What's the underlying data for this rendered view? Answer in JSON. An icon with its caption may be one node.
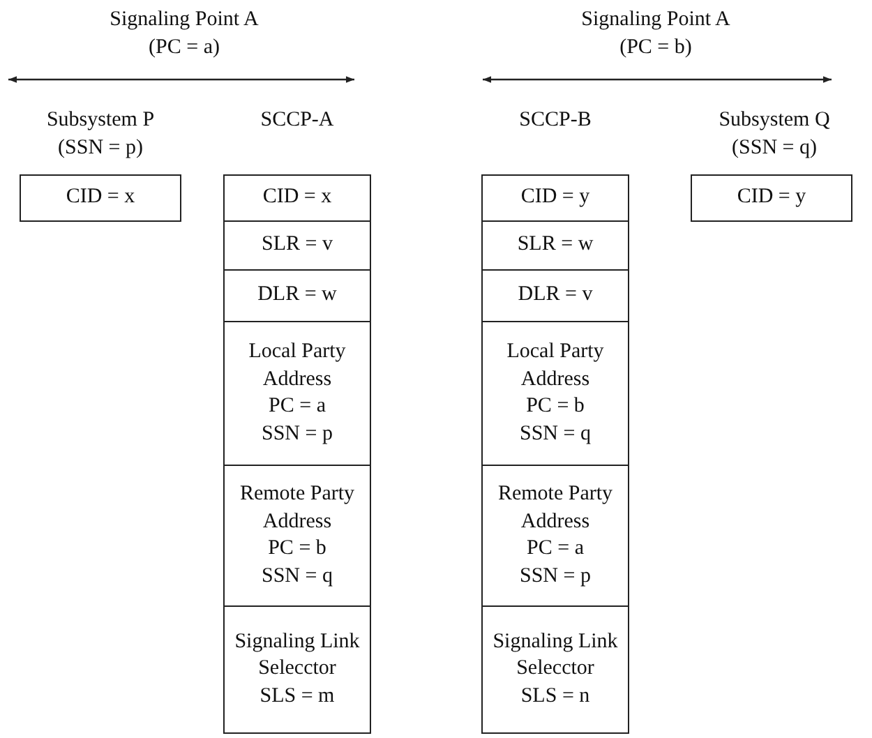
{
  "diagram": {
    "nodes": [
      {
        "text": [
          "CID = x"
        ]
      },
      {
        "text": [
          "CID = x"
        ]
      },
      {
        "text": [
          "CID = y"
        ]
      },
      {
        "text": [
          "CID = y"
        ]
      },
      {
        "text": [
          "SLR = v"
        ]
      },
      {
        "text": [
          "SLR = w"
        ]
      },
      {
        "text": [
          "DLR = w"
        ]
      },
      {
        "text": [
          "DLR = v"
        ]
      },
      {
        "text": [
          "Local Party Address",
          "PC = a",
          "SSN = p"
        ]
      },
      {
        "text": [
          "Local Party Address",
          "PC = b",
          "SSN = q"
        ]
      },
      {
        "text": [
          "Remote Party Address",
          "PC = b",
          "SSN = q"
        ]
      },
      {
        "text": [
          "Remote Party Address",
          "PC = a",
          "SSN = p"
        ]
      },
      {
        "text": [
          "Signaling Link Selecctor",
          "SLS = m"
        ]
      },
      {
        "text": [
          "Signaling Link Selecctor",
          "SLS = n"
        ]
      }
    ],
    "edges": [],
    "labels": [
      "Signaling Point A (PC = a)",
      "Signaling Point A (PC = b)",
      "Subsystem P (SSN = p)",
      "SCCP-A",
      "SCCP-B",
      "Subsystem Q (SSN = q)"
    ]
  }
}
